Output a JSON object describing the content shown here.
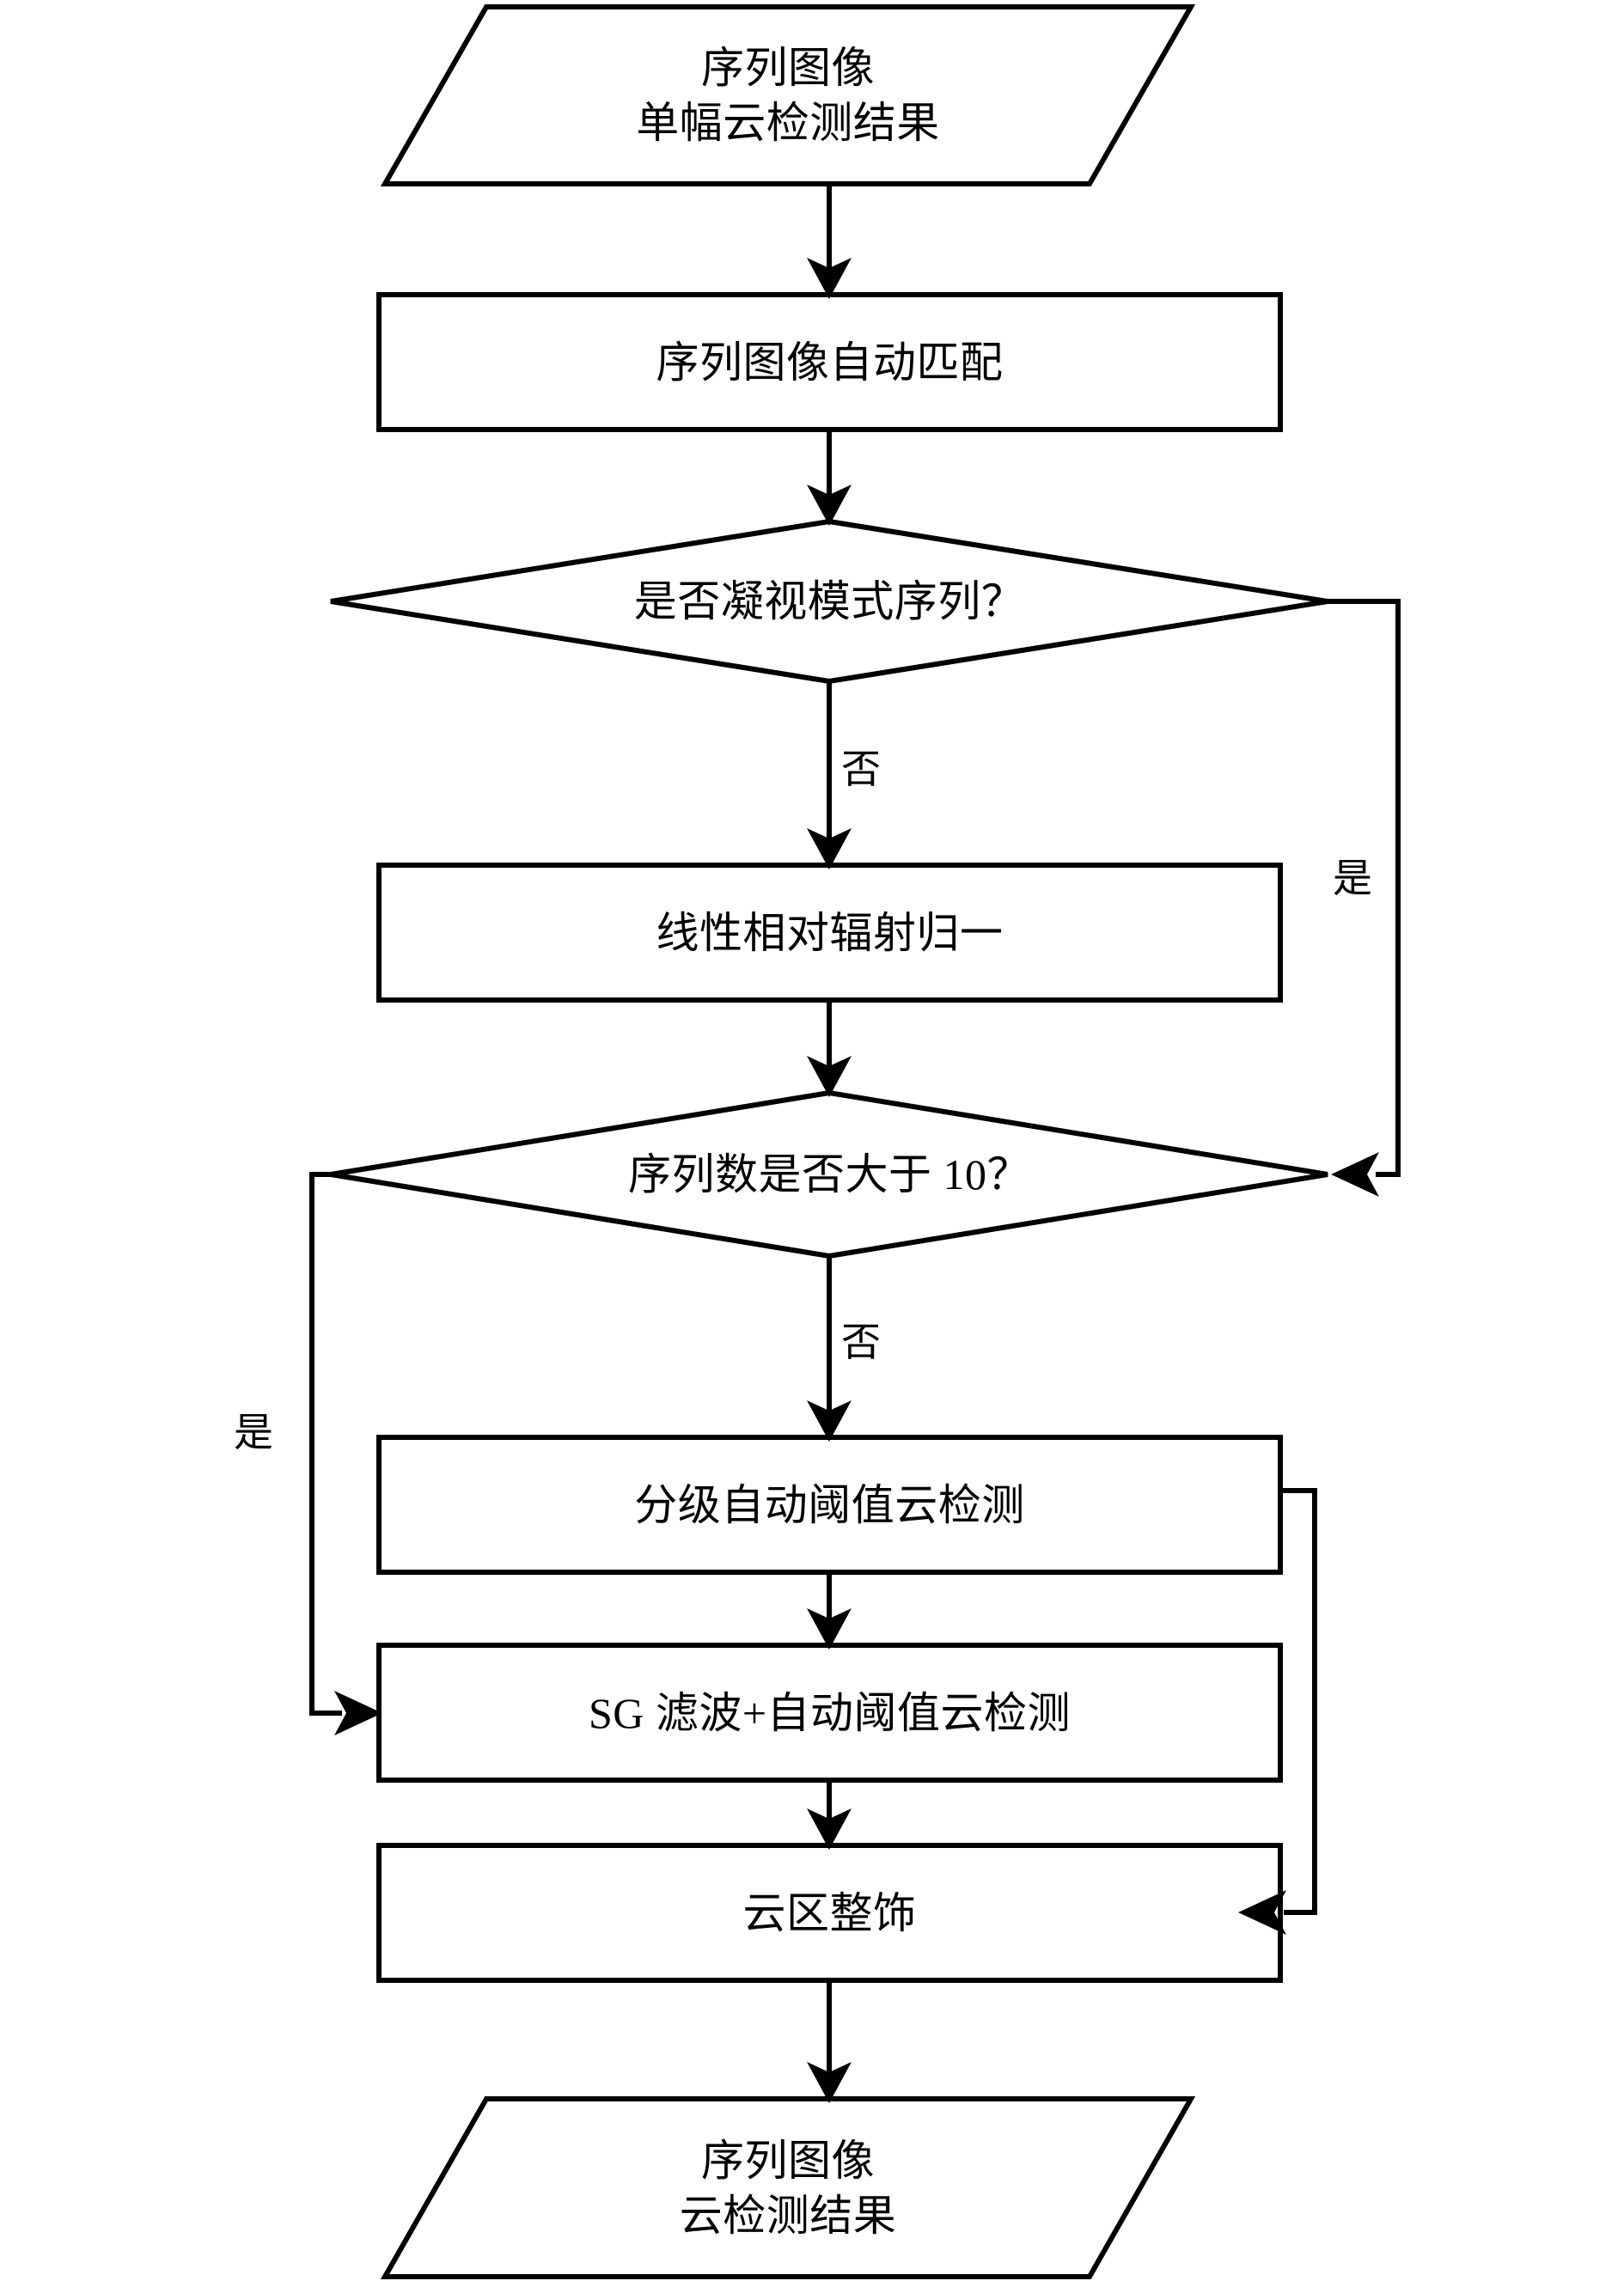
{
  "diagram": {
    "type": "flowchart",
    "orientation": "top-to-bottom",
    "language": "zh-CN",
    "line_color": "#000000",
    "fill_color": "#ffffff",
    "background": "#ffffff",
    "nodes": [
      {
        "id": "start",
        "shape": "parallelogram",
        "role": "input",
        "lines": [
          "序列图像",
          "单幅云检测结果"
        ]
      },
      {
        "id": "match",
        "shape": "rectangle",
        "role": "process",
        "lines": [
          "序列图像自动匹配"
        ]
      },
      {
        "id": "decision-stare",
        "shape": "diamond",
        "role": "decision",
        "lines": [
          "是否凝视模式序列？"
        ]
      },
      {
        "id": "radiometric",
        "shape": "rectangle",
        "role": "process",
        "lines": [
          "线性相对辐射归一"
        ]
      },
      {
        "id": "decision-count",
        "shape": "diamond",
        "role": "decision",
        "lines": [
          "序列数是否大于 10？"
        ]
      },
      {
        "id": "graded-threshold",
        "shape": "rectangle",
        "role": "process",
        "lines": [
          "分级自动阈值云检测"
        ]
      },
      {
        "id": "sg-threshold",
        "shape": "rectangle",
        "role": "process",
        "lines": [
          "SG 滤波+自动阈值云检测"
        ]
      },
      {
        "id": "cloud-refine",
        "shape": "rectangle",
        "role": "process",
        "lines": [
          "云区整饰"
        ]
      },
      {
        "id": "end",
        "shape": "parallelogram",
        "role": "output",
        "lines": [
          "序列图像",
          "云检测结果"
        ]
      }
    ],
    "edge_labels": {
      "stare_no": "否",
      "stare_yes": "是",
      "count_no": "否",
      "count_yes": "是"
    },
    "edges": [
      {
        "from": "start",
        "to": "match",
        "label": ""
      },
      {
        "from": "match",
        "to": "decision-stare",
        "label": ""
      },
      {
        "from": "decision-stare",
        "to": "radiometric",
        "label": "否"
      },
      {
        "from": "decision-stare",
        "to": "decision-count",
        "label": "是"
      },
      {
        "from": "radiometric",
        "to": "decision-count",
        "label": ""
      },
      {
        "from": "decision-count",
        "to": "graded-threshold",
        "label": "否"
      },
      {
        "from": "decision-count",
        "to": "sg-threshold",
        "label": "是"
      },
      {
        "from": "graded-threshold",
        "to": "sg-threshold",
        "label": ""
      },
      {
        "from": "graded-threshold",
        "to": "cloud-refine",
        "label": ""
      },
      {
        "from": "sg-threshold",
        "to": "cloud-refine",
        "label": ""
      },
      {
        "from": "cloud-refine",
        "to": "end",
        "label": ""
      }
    ]
  }
}
